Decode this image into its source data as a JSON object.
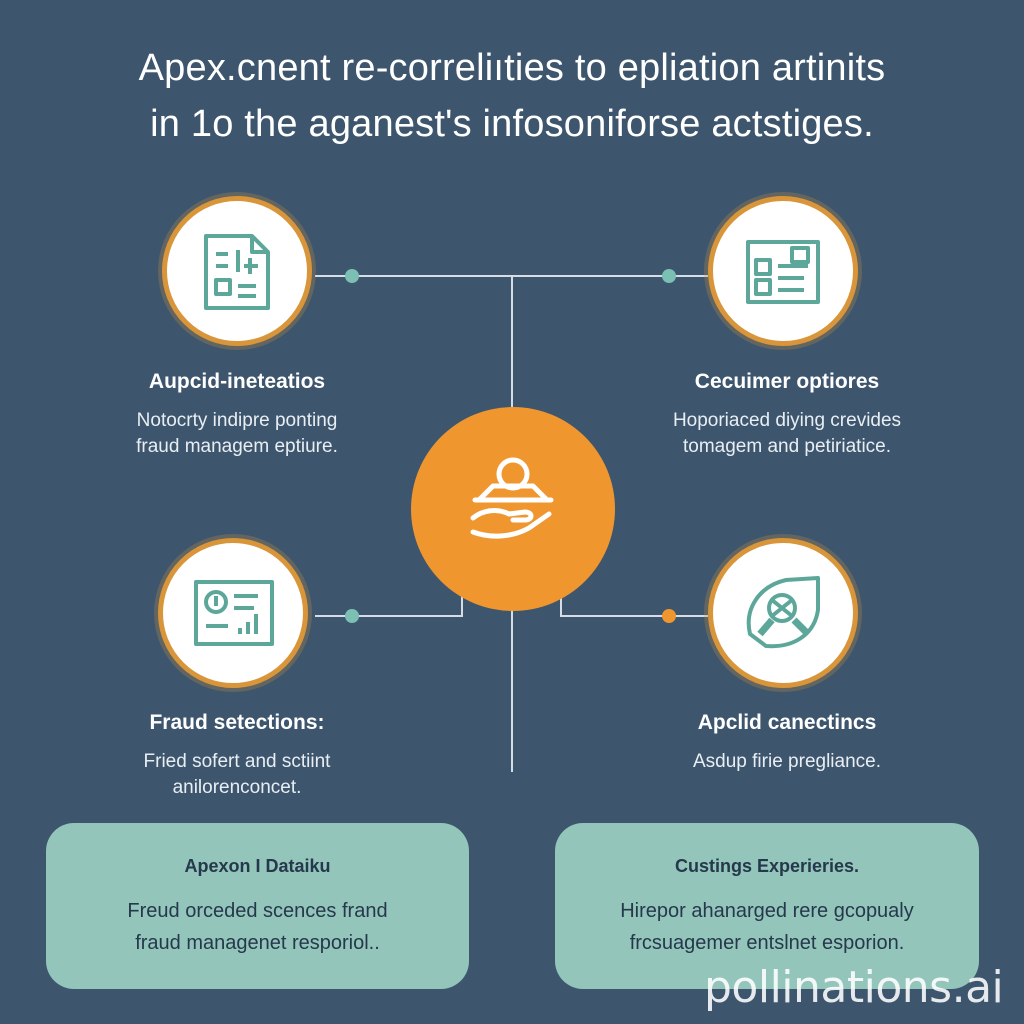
{
  "title": {
    "line1": "Apex.cnent re-correliıties to epliation artinits",
    "line2": "in 1o the aganest's infosoniforse actstiges."
  },
  "nodes": [
    {
      "icon": "document-icon",
      "heading": "Aupcid-ineteatios",
      "desc_line1": "Notocrty indipre ponting",
      "desc_line2": "fraud managem eptiure."
    },
    {
      "icon": "dashboard-icon",
      "heading": "Cecuimer optiores",
      "desc_line1": "Hoporiaced diying crevides",
      "desc_line2": "tomagem and petiriatice."
    },
    {
      "icon": "report-chart-icon",
      "heading": "Fraud setections:",
      "desc_line1": "Fried sofert and sctiint",
      "desc_line2": "anilorenconcet."
    },
    {
      "icon": "magnifier-globe-icon",
      "heading": "Apclid canectincs",
      "desc_line1": "Asdup firie pregliance.",
      "desc_line2": ""
    }
  ],
  "center": {
    "icon": "person-hands-icon"
  },
  "cards": [
    {
      "heading": "Apexon I Dataiku",
      "desc_line1": "Freud orceded scences frand",
      "desc_line2": "fraud managenet resporiol.."
    },
    {
      "heading": "Custings Experieries.",
      "desc_line1": "Hirepor ahanarged rere gcopualy",
      "desc_line2": "frcsuagemer entslnet esporion."
    }
  ],
  "watermark": "pollinations.ai",
  "colors": {
    "background": "#3d566e",
    "accent_orange": "#ef962f",
    "ring_orange": "#d9953a",
    "teal": "#5da79a",
    "card": "#93c5bb"
  }
}
